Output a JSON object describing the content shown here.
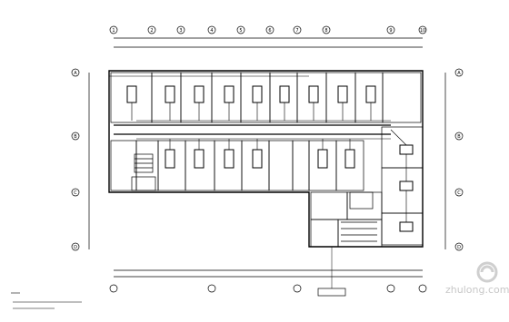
{
  "watermark": {
    "text": "zhulong.com"
  },
  "grid_axes": {
    "top": [
      "1",
      "2",
      "3",
      "4",
      "5",
      "6",
      "7",
      "8",
      "9",
      "10"
    ],
    "left": [
      "A",
      "B",
      "C",
      "D"
    ],
    "right": [
      "A",
      "B",
      "C",
      "D"
    ]
  },
  "dimensions": {
    "top_overall": "",
    "bottom_overall": ""
  },
  "notes": {
    "heading": "",
    "lines": []
  },
  "colors": {
    "line": "#000000",
    "watermark": "#c8c8c8"
  }
}
